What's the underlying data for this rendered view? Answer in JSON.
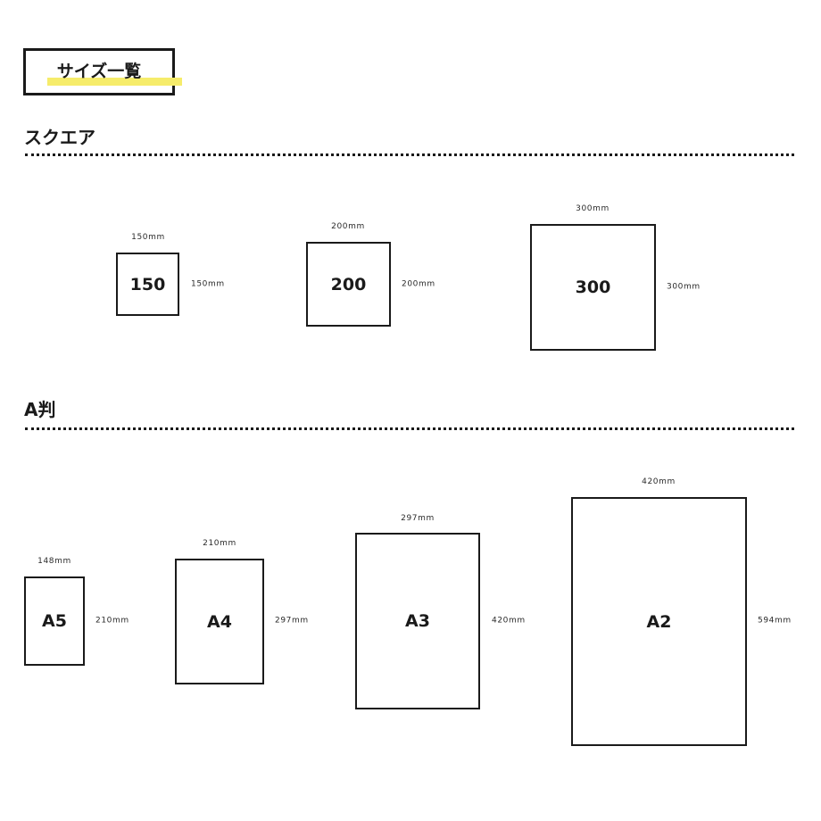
{
  "title": "サイズ一覧",
  "colors": {
    "highlight": "#f6ec6b",
    "border": "#1a1a1a",
    "background": "#ffffff"
  },
  "sections": {
    "square": {
      "heading": "スクエア",
      "items": [
        {
          "label": "150",
          "width": "150mm",
          "height": "150mm"
        },
        {
          "label": "200",
          "width": "200mm",
          "height": "200mm"
        },
        {
          "label": "300",
          "width": "300mm",
          "height": "300mm"
        }
      ]
    },
    "a_series": {
      "heading": "A判",
      "items": [
        {
          "label": "A5",
          "width": "148mm",
          "height": "210mm"
        },
        {
          "label": "A4",
          "width": "210mm",
          "height": "297mm"
        },
        {
          "label": "A3",
          "width": "297mm",
          "height": "420mm"
        },
        {
          "label": "A2",
          "width": "420mm",
          "height": "594mm"
        }
      ]
    }
  }
}
